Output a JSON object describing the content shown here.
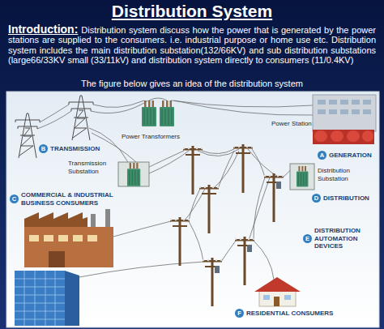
{
  "diagram": {
    "title": "Distribution System",
    "caption": "The figure below gives an idea of the distribution system",
    "nodes": [
      {
        "text": [
          "B",
          "TRANSMISSION"
        ]
      },
      {
        "text": [
          "A",
          "GENERATION"
        ]
      },
      {
        "text": [
          "C",
          "COMMERCIAL & INDUSTRIAL BUSINESS CONSUMERS"
        ]
      },
      {
        "text": [
          "D",
          "DISTRIBUTION"
        ]
      },
      {
        "text": [
          "E",
          "DISTRIBUTION AUTOMATION DEVICES"
        ]
      },
      {
        "text": [
          "F",
          "RESIDENTIAL CONSUMERS"
        ]
      }
    ],
    "labels": [
      "Introduction:",
      "Distribution system discuss how the power that is generated by the power stations are supplied to the consumers. i.e. industrial purpose or home use etc. Distribution system includes the main distribution substation(132/66KV) and sub distribution substations (large66/33KV small (33/11kV) and distribution system directly to consumers (11/0.4KV)",
      "Power Transformers",
      "Power Station",
      "Transmission Substation",
      "Distribution Substation"
    ]
  }
}
